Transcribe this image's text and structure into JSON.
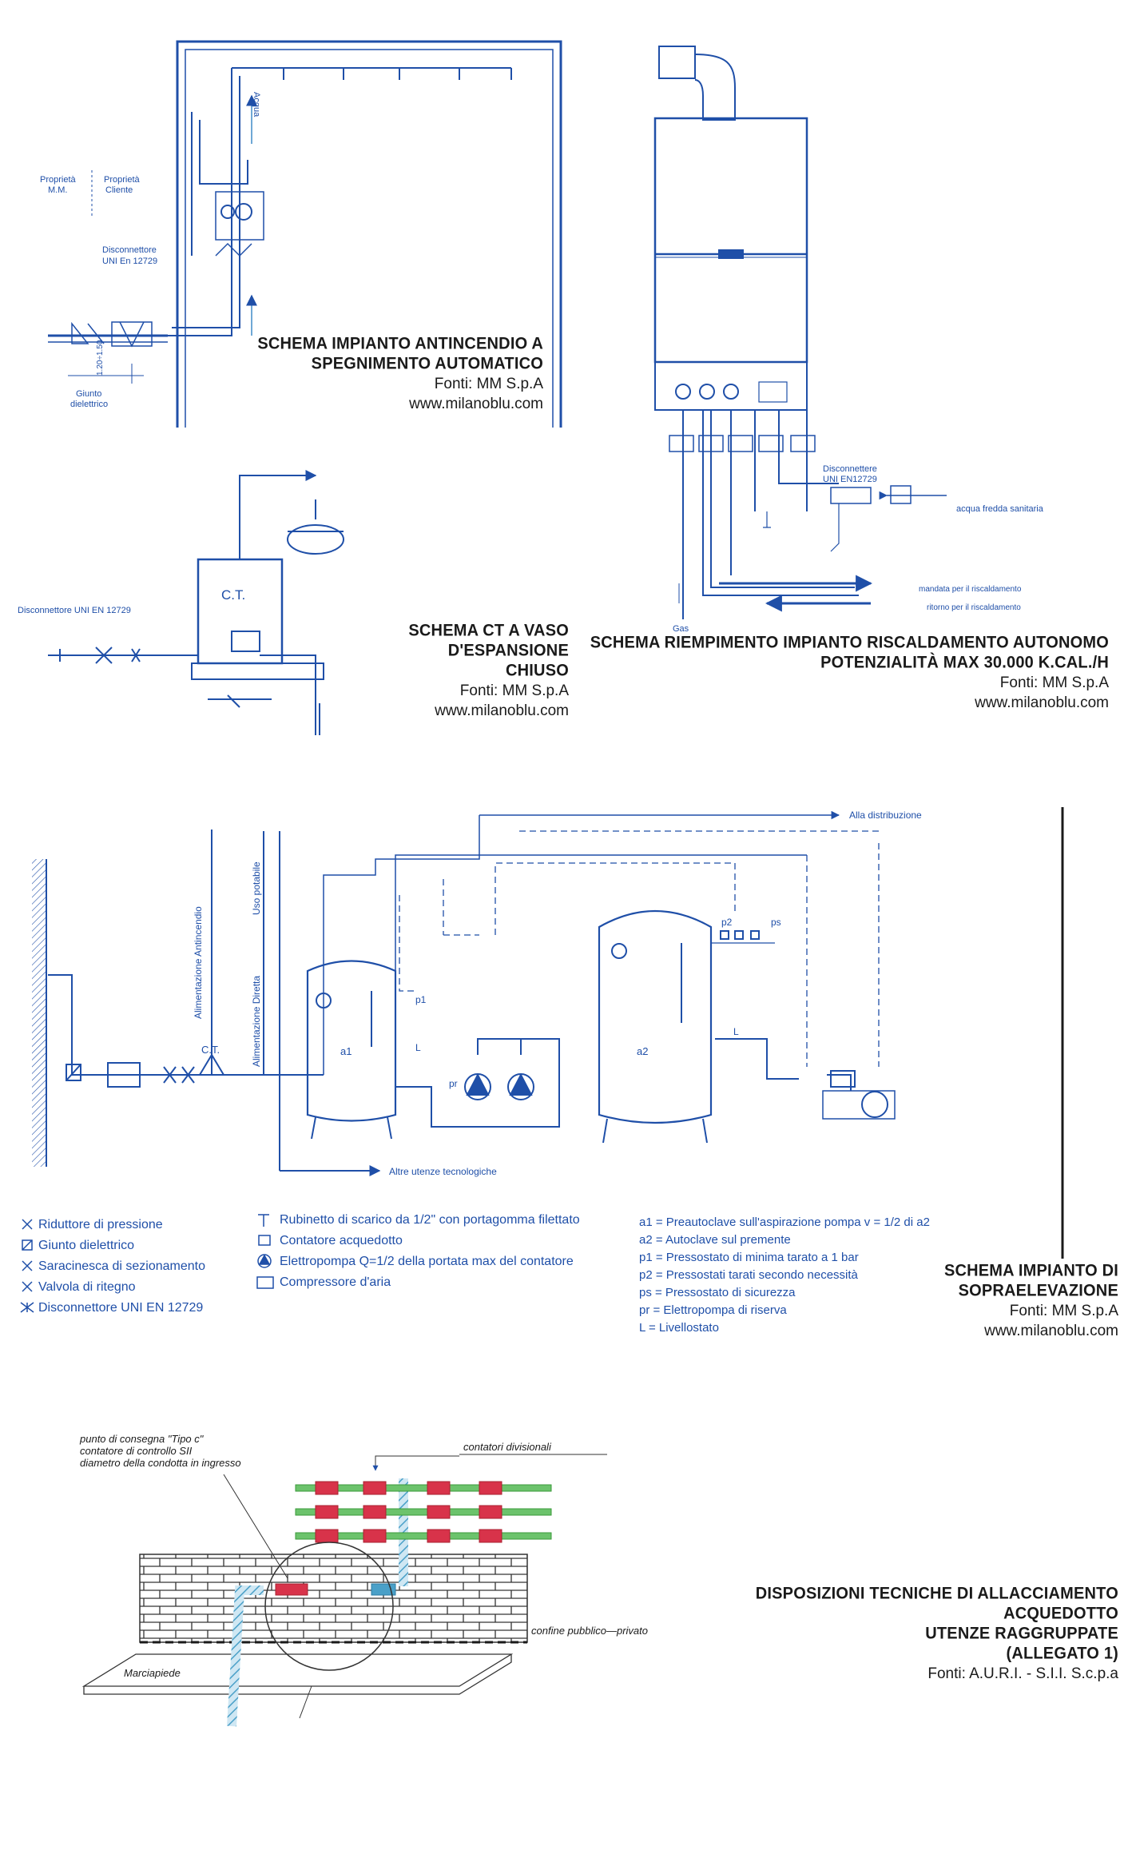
{
  "colors": {
    "line": "#1f4fa8",
    "light_line": "#6fa8d6",
    "title": "#1a1a1a",
    "red": "#d8334a",
    "green": "#6cc36c",
    "brick": "#333333"
  },
  "panel1": {
    "title_lines": [
      "SCHEMA IMPIANTO ANTINCENDIO A",
      "SPEGNIMENTO AUTOMATICO"
    ],
    "source": "Fonti: MM S.p.A",
    "url": "www.milanoblu.com",
    "labels": {
      "proprieta_mm": [
        "Proprietà",
        "M.M."
      ],
      "proprieta_cliente": [
        "Proprietà",
        "Cliente"
      ],
      "disconnettore": [
        "Disconnettore",
        "UNI En 12729"
      ],
      "giunto": [
        "Giunto",
        "dielettrico"
      ],
      "acqua": "Acqua",
      "quota": "1.20÷1.50"
    }
  },
  "panel2": {
    "title_lines": [
      "SCHEMA RIEMPIMENTO IMPIANTO RISCALDAMENTO AUTONOMO",
      "POTENZIALITÀ MAX 30.000 K.CAL./H"
    ],
    "source": "Fonti: MM S.p.A",
    "url": "www.milanoblu.com",
    "labels": {
      "disconnettore": [
        "Disconnettere",
        "UNI EN12729"
      ],
      "acqua_fredda": "acqua fredda sanitaria",
      "mandata": "mandata per il riscaldamento",
      "ritorno": "ritorno per il riscaldamento",
      "gas": "Gas"
    }
  },
  "panel3": {
    "title_lines": [
      "SCHEMA CT A VASO",
      "D'ESPANSIONE",
      "CHIUSO"
    ],
    "source": "Fonti: MM S.p.A",
    "url": "www.milanoblu.com",
    "labels": {
      "disconnettore": "Disconnettore UNI EN 12729",
      "ct": "C.T."
    }
  },
  "panel4": {
    "title_lines": [
      "SCHEMA IMPIANTO DI",
      "SOPRAELEVAZIONE"
    ],
    "source": "Fonti: MM S.p.A",
    "url": "www.milanoblu.com",
    "labels": {
      "alla_distribuzione": "Alla distribuzione",
      "altre_utenze": "Altre utenze tecnologiche",
      "alim_antincendio": "Alimentazione Antincendio",
      "alim_diretta": "Alimentazione Diretta",
      "uso_potabile": "Uso potabile",
      "a1": "a1",
      "a2": "a2",
      "p1": "p1",
      "p2": "p2",
      "ps": "ps",
      "L": "L",
      "pr": "pr",
      "ct": "C.T."
    },
    "legend_left": [
      "Riduttore di pressione",
      "Giunto dielettrico",
      "Saracinesca di sezionamento",
      "Valvola di ritegno",
      "Disconnettore UNI EN 12729"
    ],
    "legend_mid": [
      "Rubinetto di scarico da 1/2\" con portagomma filettato",
      "Contatore acquedotto",
      "Elettropompa Q=1/2 della portata max del contatore",
      "Compressore d'aria"
    ],
    "legend_right": [
      "a1 = Preautoclave sull'aspirazione pompa v = 1/2 di a2",
      "a2 = Autoclave sul premente",
      "p1 = Pressostato di minima tarato a 1 bar",
      "p2 = Pressostati tarati secondo necessità",
      "ps = Pressostato di sicurezza",
      "pr = Elettropompa di riserva",
      "L = Livellostato"
    ]
  },
  "panel5": {
    "title_lines": [
      "DISPOSIZIONI TECNICHE  DI ALLACCIAMENTO",
      "ACQUEDOTTO",
      "UTENZE RAGGRUPPATE",
      "(ALLEGATO 1)"
    ],
    "source": "Fonti: A.U.R.I. - S.I.I. S.c.p.a",
    "labels": {
      "punto": [
        "punto di consegna \"Tipo c\"",
        "contatore di controllo SII",
        "diametro della condotta in ingresso"
      ],
      "contatori": "contatori divisionali",
      "confine": "confine pubblico—privato",
      "marciapiede": "Marciapiede"
    }
  }
}
